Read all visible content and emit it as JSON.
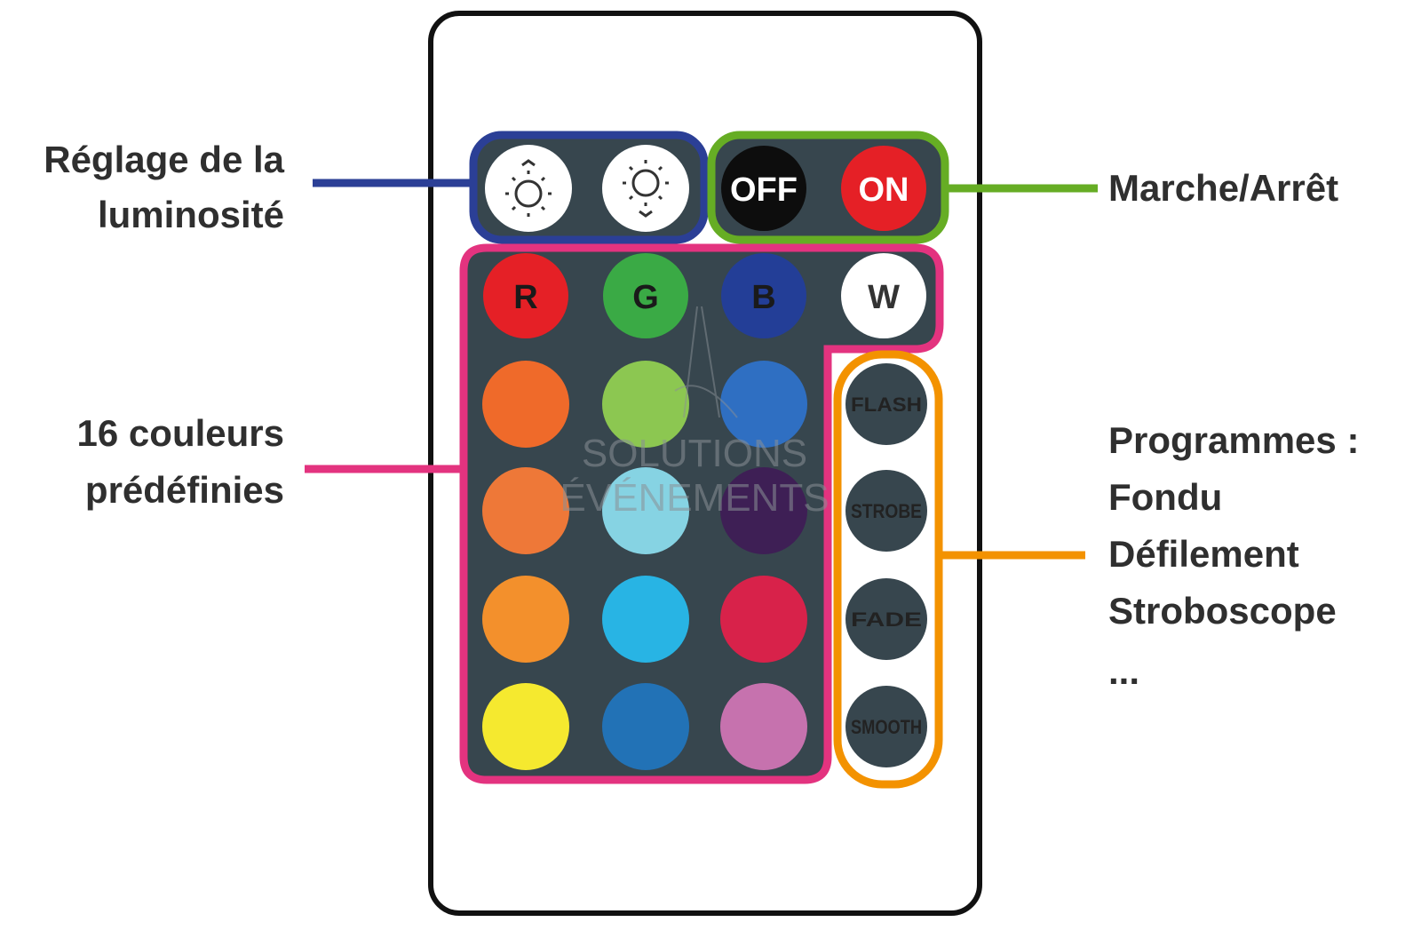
{
  "labels": {
    "brightness": [
      "Réglage de la",
      "luminosité"
    ],
    "colors": [
      "16 couleurs",
      "prédéfinies"
    ],
    "power": "Marche/Arrêt",
    "programs": [
      "Programmes :",
      "Fondu",
      "Défilement",
      "Stroboscope",
      "..."
    ]
  },
  "buttons": {
    "off": "OFF",
    "on": "ON",
    "rgbw": [
      "R",
      "G",
      "B",
      "W"
    ],
    "programs": [
      "FLASH",
      "STROBE",
      "FADE",
      "SMOOTH"
    ]
  },
  "watermark": [
    "SOLUTIONS",
    "ÉVÉNEMENTS"
  ],
  "colors": {
    "brightness_group": "#2b3f96",
    "power_group": "#66ad24",
    "colors_group": "#e3337f",
    "programs_group": "#f39200",
    "panel": "#37464e",
    "rgbw": [
      "#e52026",
      "#3aaa45",
      "#233e97",
      "#ffffff"
    ],
    "grid": [
      [
        "#ef6a2a",
        "#8cc751",
        "#2f6fc2"
      ],
      [
        "#ee7838",
        "#86d3e3",
        "#3e1f55"
      ],
      [
        "#f3902c",
        "#28b4e4",
        "#d8224a"
      ],
      [
        "#f5e92f",
        "#2272b6",
        "#c672ae"
      ]
    ]
  }
}
